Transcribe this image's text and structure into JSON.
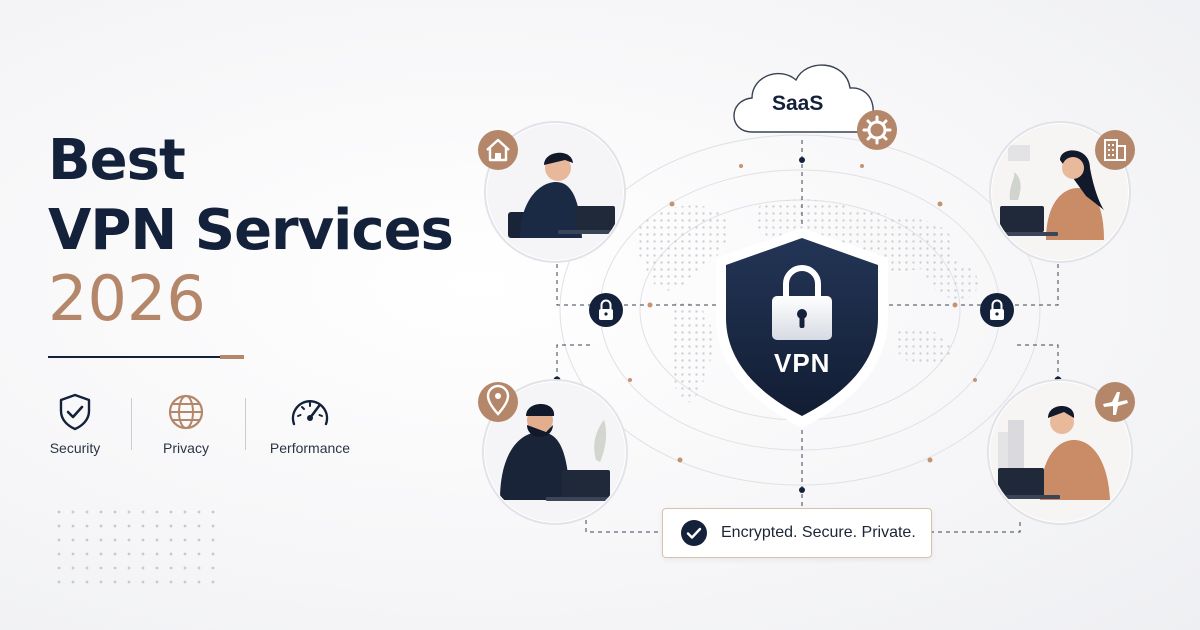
{
  "headline": {
    "line1": "Best",
    "line2": "VPN Services",
    "year": "2026"
  },
  "features": [
    {
      "label": "Security",
      "icon": "shield-check-icon"
    },
    {
      "label": "Privacy",
      "icon": "globe-icon"
    },
    {
      "label": "Performance",
      "icon": "speedometer-icon"
    }
  ],
  "diagram": {
    "cloud_label": "SaaS",
    "shield_label": "VPN",
    "status_text": "Encrypted. Secure. Private.",
    "badges": [
      "home-icon",
      "office-building-icon",
      "location-pin-icon",
      "airplane-icon",
      "gear-icon"
    ]
  },
  "colors": {
    "navy": "#14213a",
    "accent": "#b5876a"
  }
}
